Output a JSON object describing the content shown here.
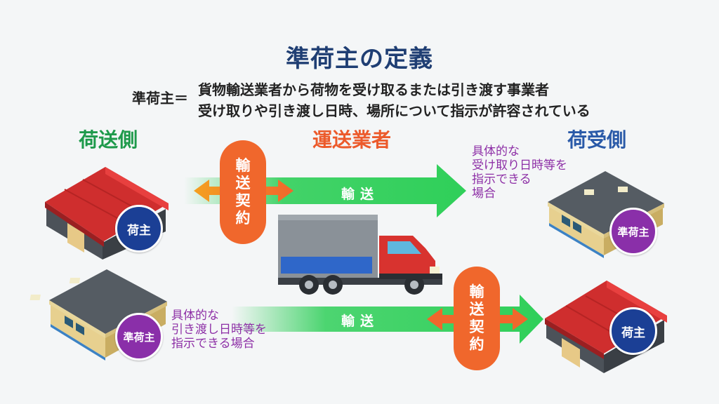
{
  "title": "準荷主の定義",
  "definition": {
    "label": "準荷主＝",
    "line1": "貨物輸送業者から荷物を受け取るまたは引き渡す事業者",
    "line2": "受け取りや引き渡し日時、場所について指示が許容されている"
  },
  "headers": {
    "sender": "荷送側",
    "carrier": "運送業者",
    "receiver": "荷受側"
  },
  "contract": {
    "line1": "輸",
    "line2": "送",
    "line3": "契",
    "line4": "約"
  },
  "transport_label": "輸送",
  "notes": {
    "top": {
      "line1": "具体的な",
      "line2": "受け取り日時等を",
      "line3": "指示できる",
      "line4": "場合"
    },
    "bottom": {
      "line1": "具体的な",
      "line2": "引き渡し日時等を",
      "line3": "指示できる場合"
    }
  },
  "badges": {
    "shipper": "荷主",
    "quasi_shipper": "準荷主"
  },
  "colors": {
    "title": "#1f3e73",
    "sender": "#1e9a4b",
    "carrier": "#ec5a2b",
    "receiver": "#2a5aa8",
    "note": "#8d2fa6",
    "contract": "#f0672c",
    "shipper_badge": "#1b3f95",
    "quasi_badge": "#8a2fa9",
    "arrow_green": "#2fcf59"
  },
  "icons": {
    "red_warehouse": "red-roof-warehouse-icon",
    "tan_warehouse": "tan-warehouse-icon",
    "truck": "box-truck-icon"
  }
}
